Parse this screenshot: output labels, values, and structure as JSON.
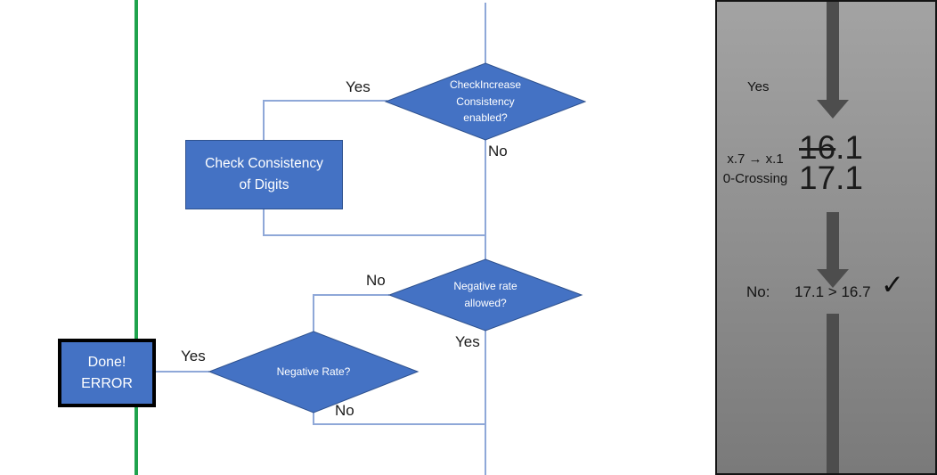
{
  "colors": {
    "node_blue": "#4472C4",
    "node_border_blue": "#2F528F",
    "connector_blue": "#8FA8D8",
    "green_line": "#1FA34D",
    "arrow_gray": "#4D4D4D",
    "panel_gray_top": "#A3A3A3",
    "panel_gray_bottom": "#7A7A7A"
  },
  "flowchart": {
    "decision_check_increase": "CheckIncrease\nConsistency\nenabled?",
    "process_check_consistency": "Check Consistency\nof Digits",
    "decision_negative_rate_allowed": "Negative rate\nallowed?",
    "decision_negative_rate": "Negative Rate?",
    "terminal_done_error": "Done!\nERROR",
    "labels": {
      "check_increase_yes": "Yes",
      "check_increase_no": "No",
      "rate_allowed_no": "No",
      "rate_allowed_yes": "Yes",
      "negative_rate_yes": "Yes",
      "negative_rate_no": "No"
    }
  },
  "side_panel": {
    "yes_label": "Yes",
    "rule": "x.7 → x.1\n0-Crossing",
    "old_value_struck": "16",
    "old_value_rest": ".1",
    "new_value": "17.1",
    "result_label": "No:",
    "comparison": "17.1 > 16.7",
    "checkmark": "✓"
  }
}
